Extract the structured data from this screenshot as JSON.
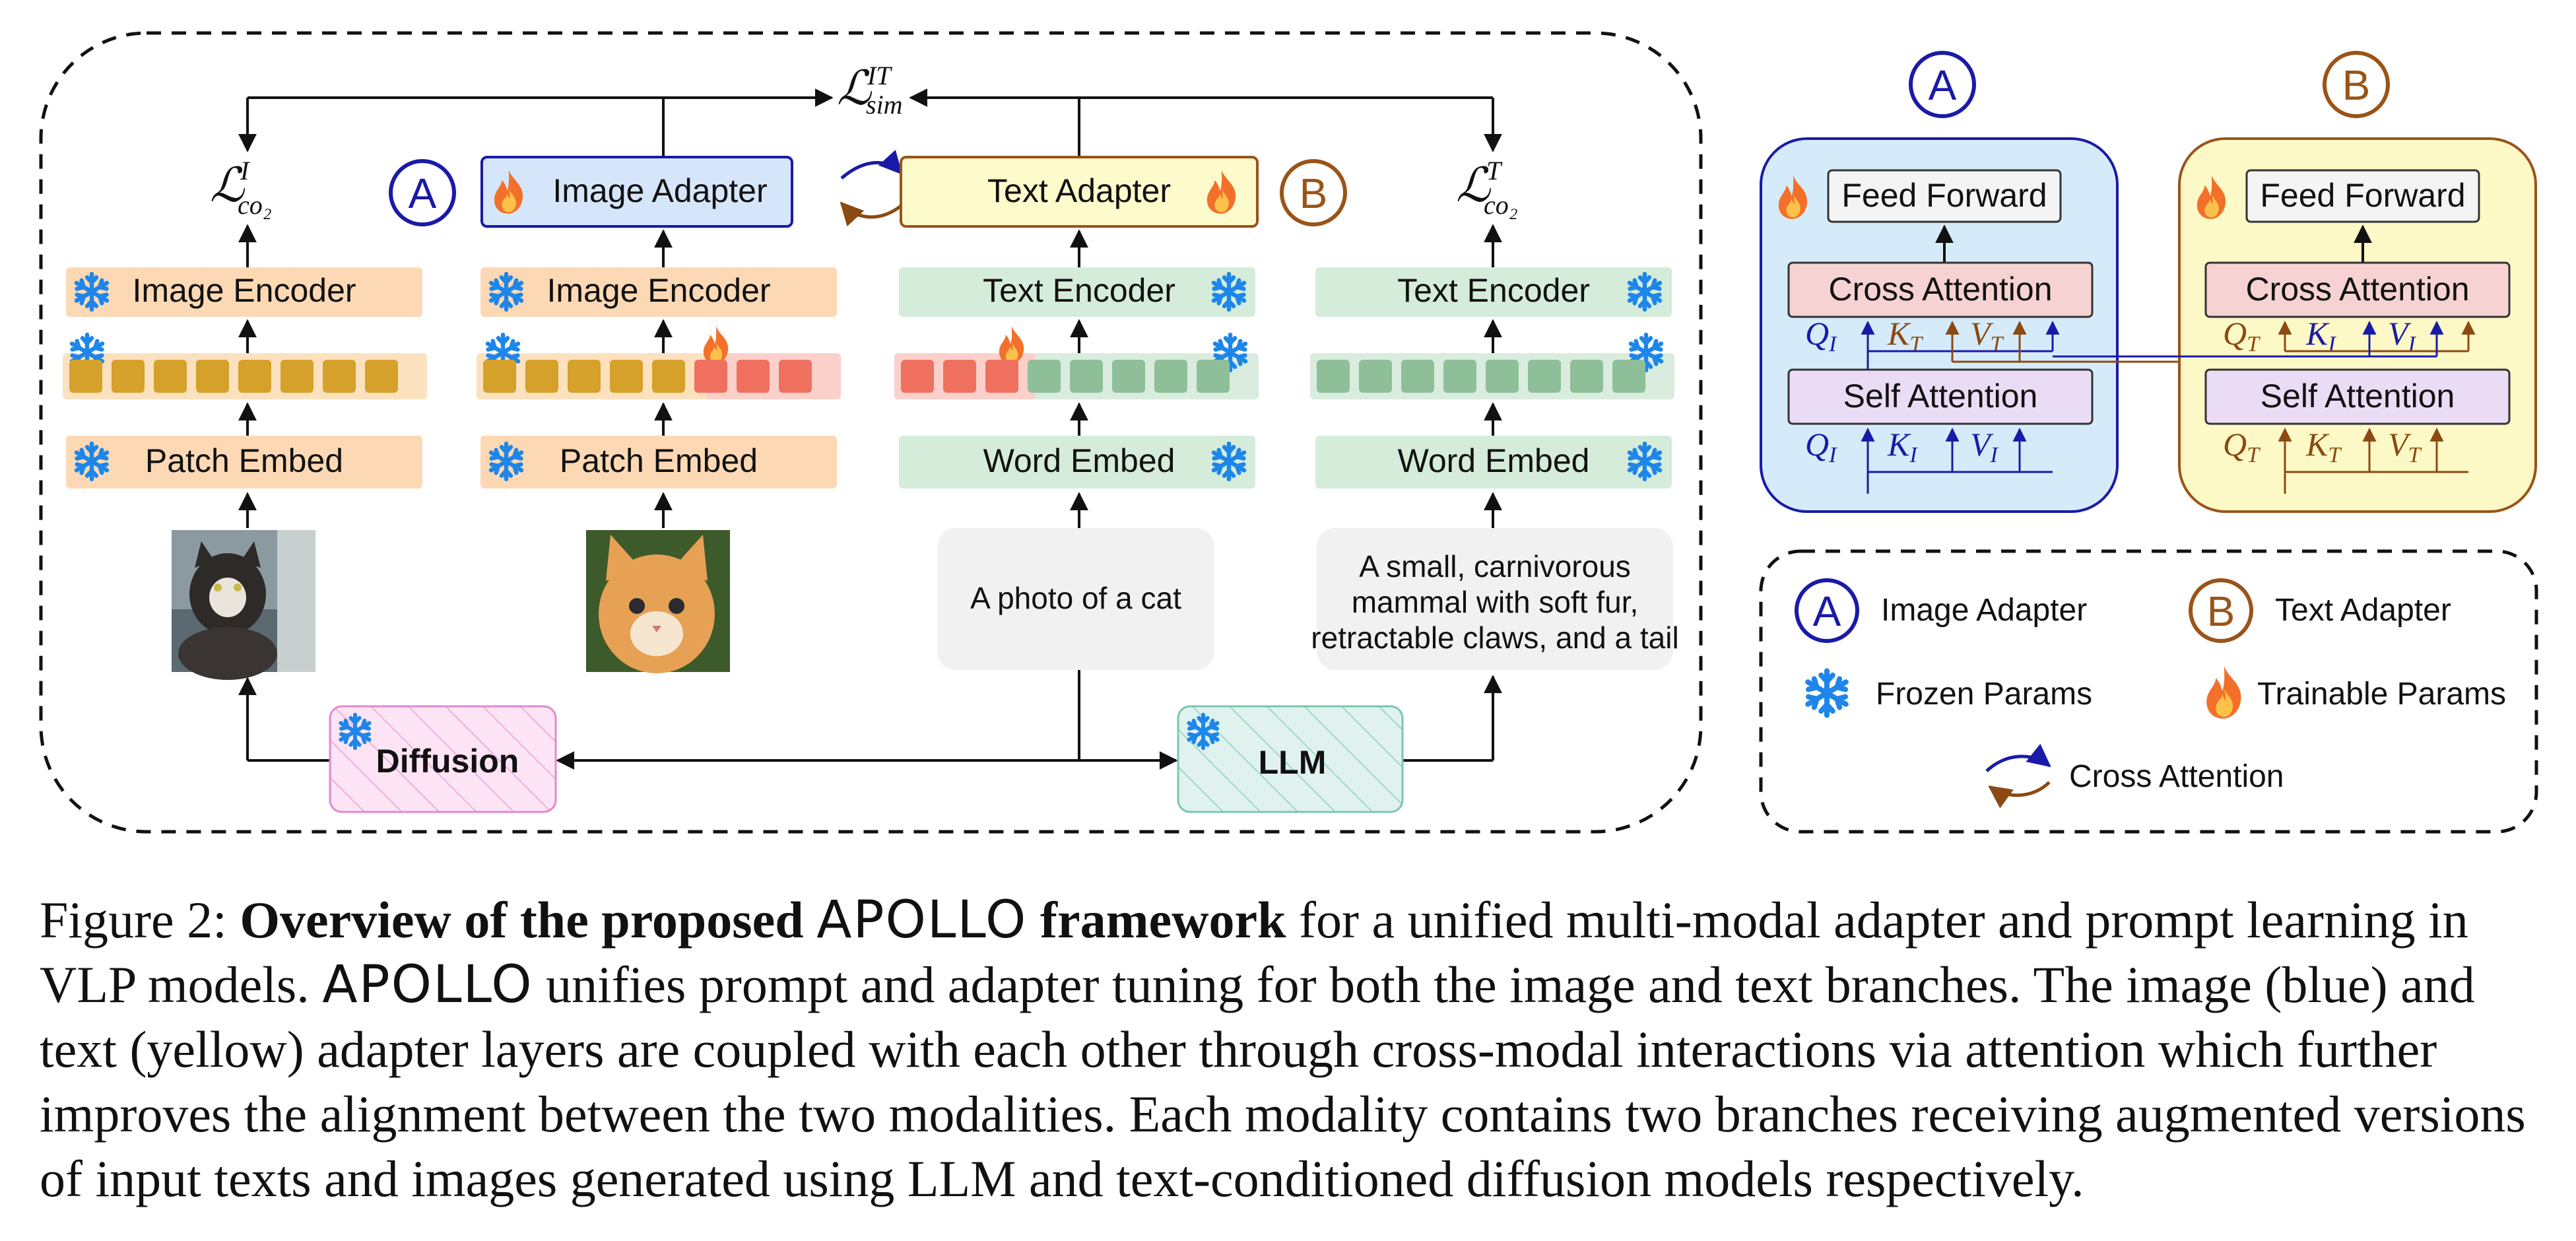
{
  "loss": {
    "sim_main": "ℒ",
    "sim_sup": "IT",
    "sim_sub": "sim",
    "co2_main": "ℒ",
    "co2_img_sup": "I",
    "co2_txt_sup": "T",
    "co2_sub": "co₂"
  },
  "modules": {
    "image_encoder": "Image Encoder",
    "text_encoder": "Text Encoder",
    "patch_embed": "Patch Embed",
    "word_embed": "Word Embed",
    "image_adapter": "Image Adapter",
    "text_adapter": "Text Adapter",
    "diffusion": "Diffusion",
    "llm": "LLM"
  },
  "badges": {
    "a": "A",
    "b": "B"
  },
  "prompts": {
    "short": "A photo of a cat",
    "long_lines": [
      "A small, carnivorous",
      "mammal with soft fur,",
      "retractable claws, and a tail"
    ]
  },
  "attention_blocks": {
    "feed_forward": "Feed Forward",
    "cross_attention": "Cross Attention",
    "self_attention": "Self Attention",
    "q": "Q",
    "k": "K",
    "v": "V",
    "sub_i": "I",
    "sub_t": "T"
  },
  "legend": {
    "image_adapter": "Image Adapter",
    "text_adapter": "Text Adapter",
    "frozen": "Frozen Params",
    "trainable": "Trainable Params",
    "cross_attention": "Cross Attention"
  },
  "caption": {
    "prefix": "Figure 2:",
    "bold_1": "Overview of the proposed",
    "apollo": "APOLLO",
    "bold_2": "framework",
    "part_1": "for a unified multi-modal adapter and prompt learning in VLP models.",
    "part_2": "unifies prompt and adapter tuning for both the image and text branches. The image (blue) and text (yellow) adapter layers are coupled with each other through cross-modal interactions via attention which further improves the alignment between the two modalities. Each modality contains two branches receiving augmented versions of input texts and images generated using LLM and text-conditioned diffusion models respectively."
  },
  "colors": {
    "orange_box": "#fcd9b4",
    "green_box": "#d4ecd9",
    "blue_box": "#d6e6fa",
    "yellow_box": "#fdfbcc",
    "pink": "#fde4f4",
    "teal": "#dff2ee",
    "gold_token": "#d6a12a",
    "red_token": "#f07060",
    "green_token": "#8fbf98",
    "snow": "#1e86e8",
    "blue_ink": "#1a1aa8",
    "brown_ink": "#9a5418"
  }
}
